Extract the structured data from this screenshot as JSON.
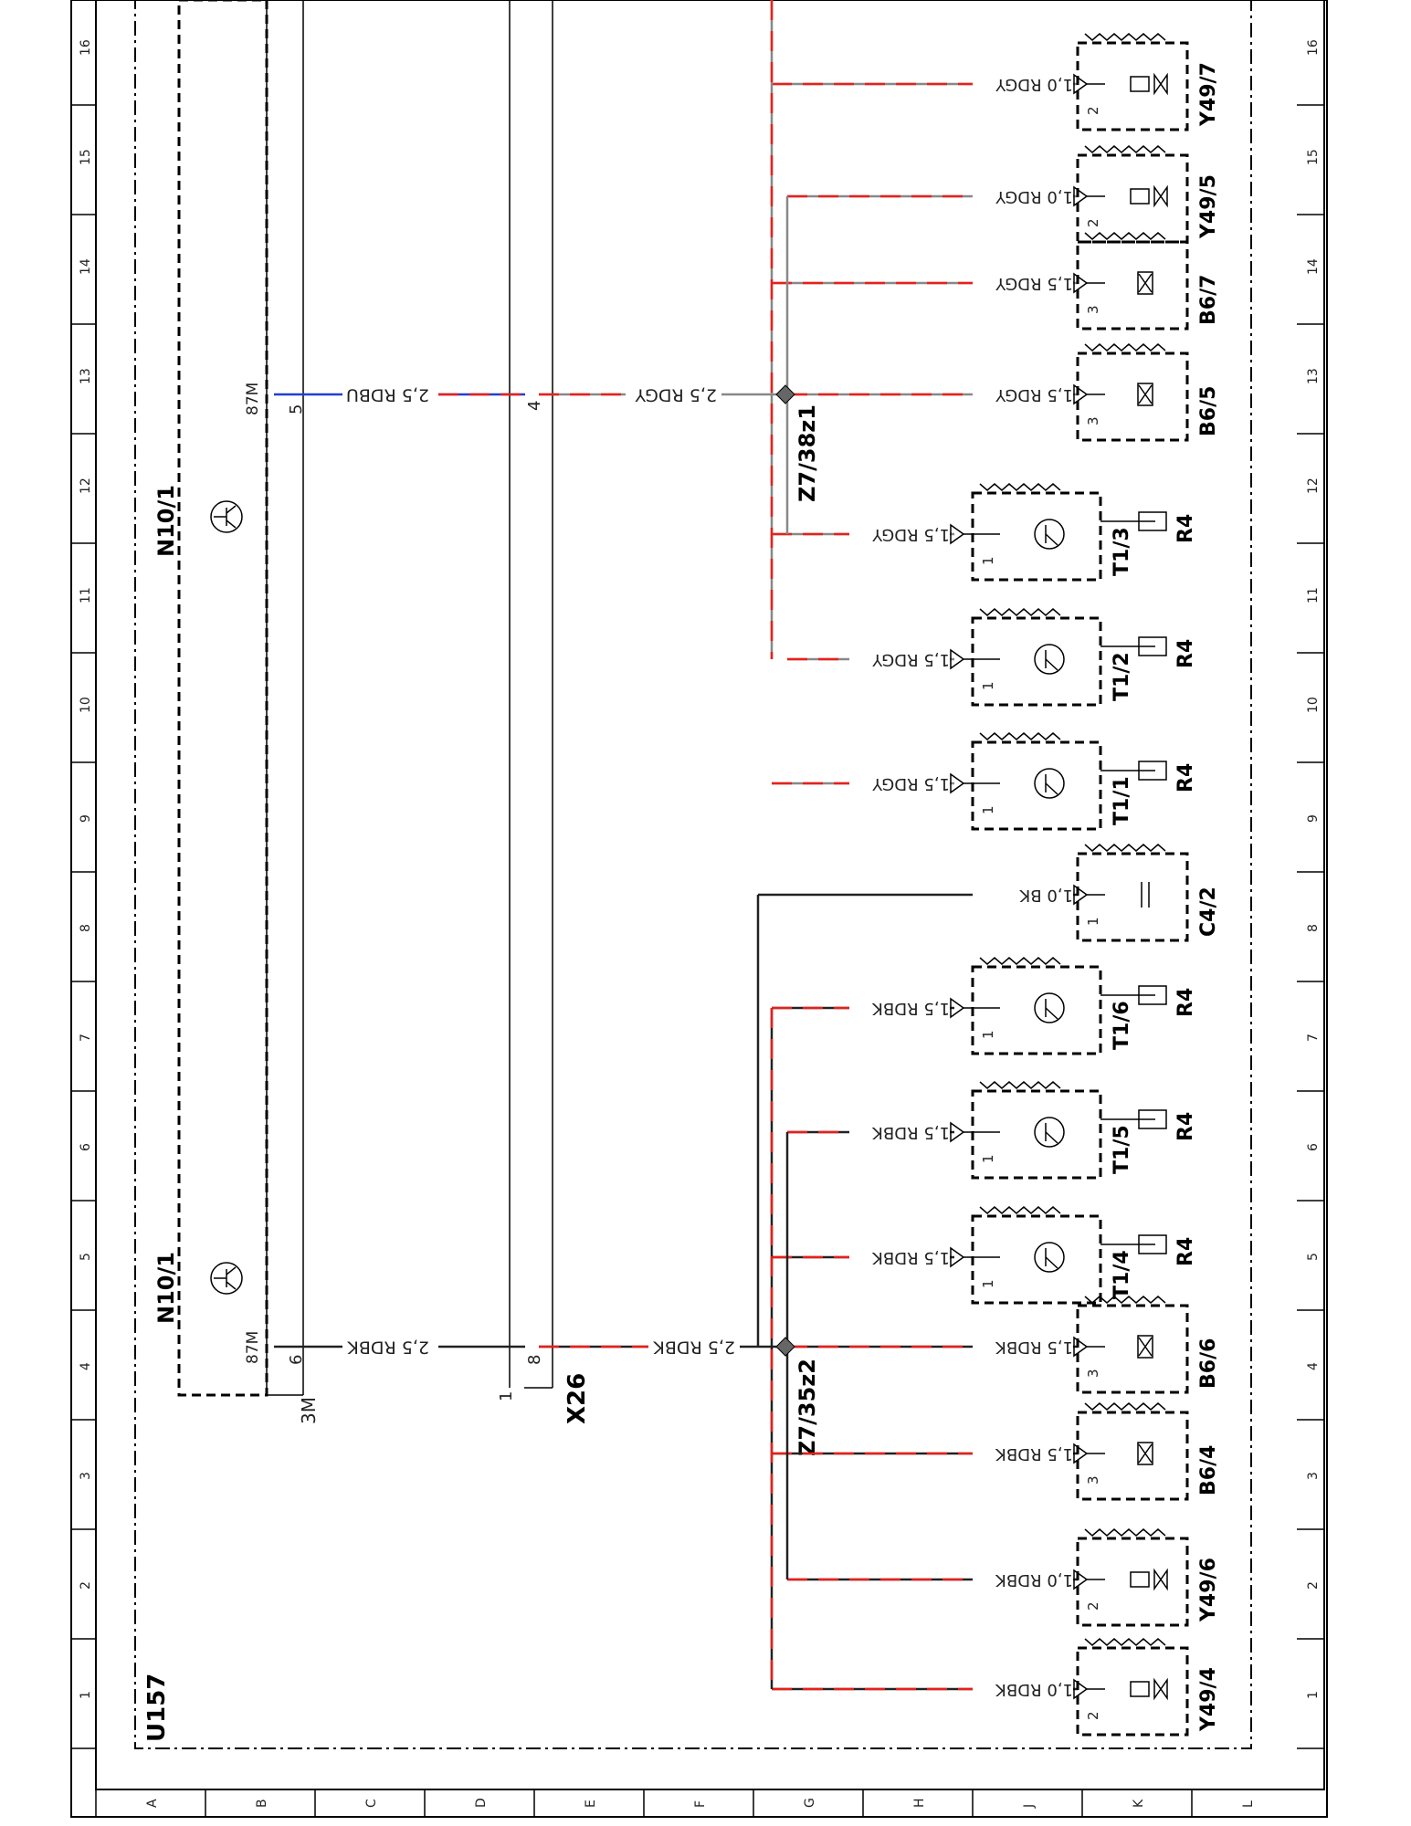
{
  "diagram": {
    "row_numbers": [
      "1",
      "2",
      "3",
      "4",
      "5",
      "6",
      "7",
      "8",
      "9",
      "10",
      "11",
      "12",
      "13",
      "14",
      "15",
      "16"
    ],
    "column_letters": [
      "A",
      "B",
      "C",
      "D",
      "E",
      "F",
      "G",
      "H",
      "J",
      "K",
      "L"
    ],
    "labels": {
      "u157": "U157",
      "n10_1_top": "N10/1",
      "n10_1_bottom": "N10/1",
      "x26": "X26",
      "z7_38z1": "Z7/38z1",
      "z7_35z2": "Z7/35z2",
      "pin_87m_top": "87M",
      "pin_87m_bottom": "87M",
      "pin_5": "5",
      "pin_6": "6",
      "pin_4": "4",
      "pin_8": "8",
      "pin_1_x26": "1",
      "label_3m": "3M",
      "wire_top_a": "2,5 RDBU",
      "wire_top_b": "2,5 RDGY",
      "wire_bottom_a": "2,5 RDBK",
      "wire_bottom_b": "2,5 RDBK"
    },
    "components": [
      {
        "name": "Y49/7",
        "wire": "1,0 RDGY",
        "pin": "2"
      },
      {
        "name": "Y49/5",
        "wire": "1,0 RDGY",
        "pin": "2"
      },
      {
        "name": "B6/7",
        "wire": "1,5 RDGY",
        "pin": "3"
      },
      {
        "name": "B6/5",
        "wire": "1,5 RDGY",
        "pin": "3"
      },
      {
        "name": "T1/3",
        "wire": "1,5 RDGY",
        "pin": "1",
        "ground": "R4"
      },
      {
        "name": "T1/2",
        "wire": "1,5 RDGY",
        "pin": "1",
        "ground": "R4"
      },
      {
        "name": "T1/1",
        "wire": "1,5 RDGY",
        "pin": "1",
        "ground": "R4"
      },
      {
        "name": "C4/2",
        "wire": "1,0 BK",
        "pin": "1"
      },
      {
        "name": "T1/6",
        "wire": "1,5 RDBK",
        "pin": "1",
        "ground": "R4"
      },
      {
        "name": "T1/5",
        "wire": "1,5 RDBK",
        "pin": "1",
        "ground": "R4"
      },
      {
        "name": "T1/4",
        "wire": "1,5 RDBK",
        "pin": "1",
        "ground": "R4"
      },
      {
        "name": "B6/6",
        "wire": "1,5 RDBK",
        "pin": "3"
      },
      {
        "name": "B6/4",
        "wire": "1,5 RDBK",
        "pin": "3"
      },
      {
        "name": "Y49/6",
        "wire": "1,0 RDBK",
        "pin": "2"
      },
      {
        "name": "Y49/4",
        "wire": "1,0 RDBK",
        "pin": "2"
      }
    ],
    "colors": {
      "red": "#e8201a",
      "grey": "#888888",
      "black": "#222222",
      "blue": "#1f3fd0"
    }
  }
}
